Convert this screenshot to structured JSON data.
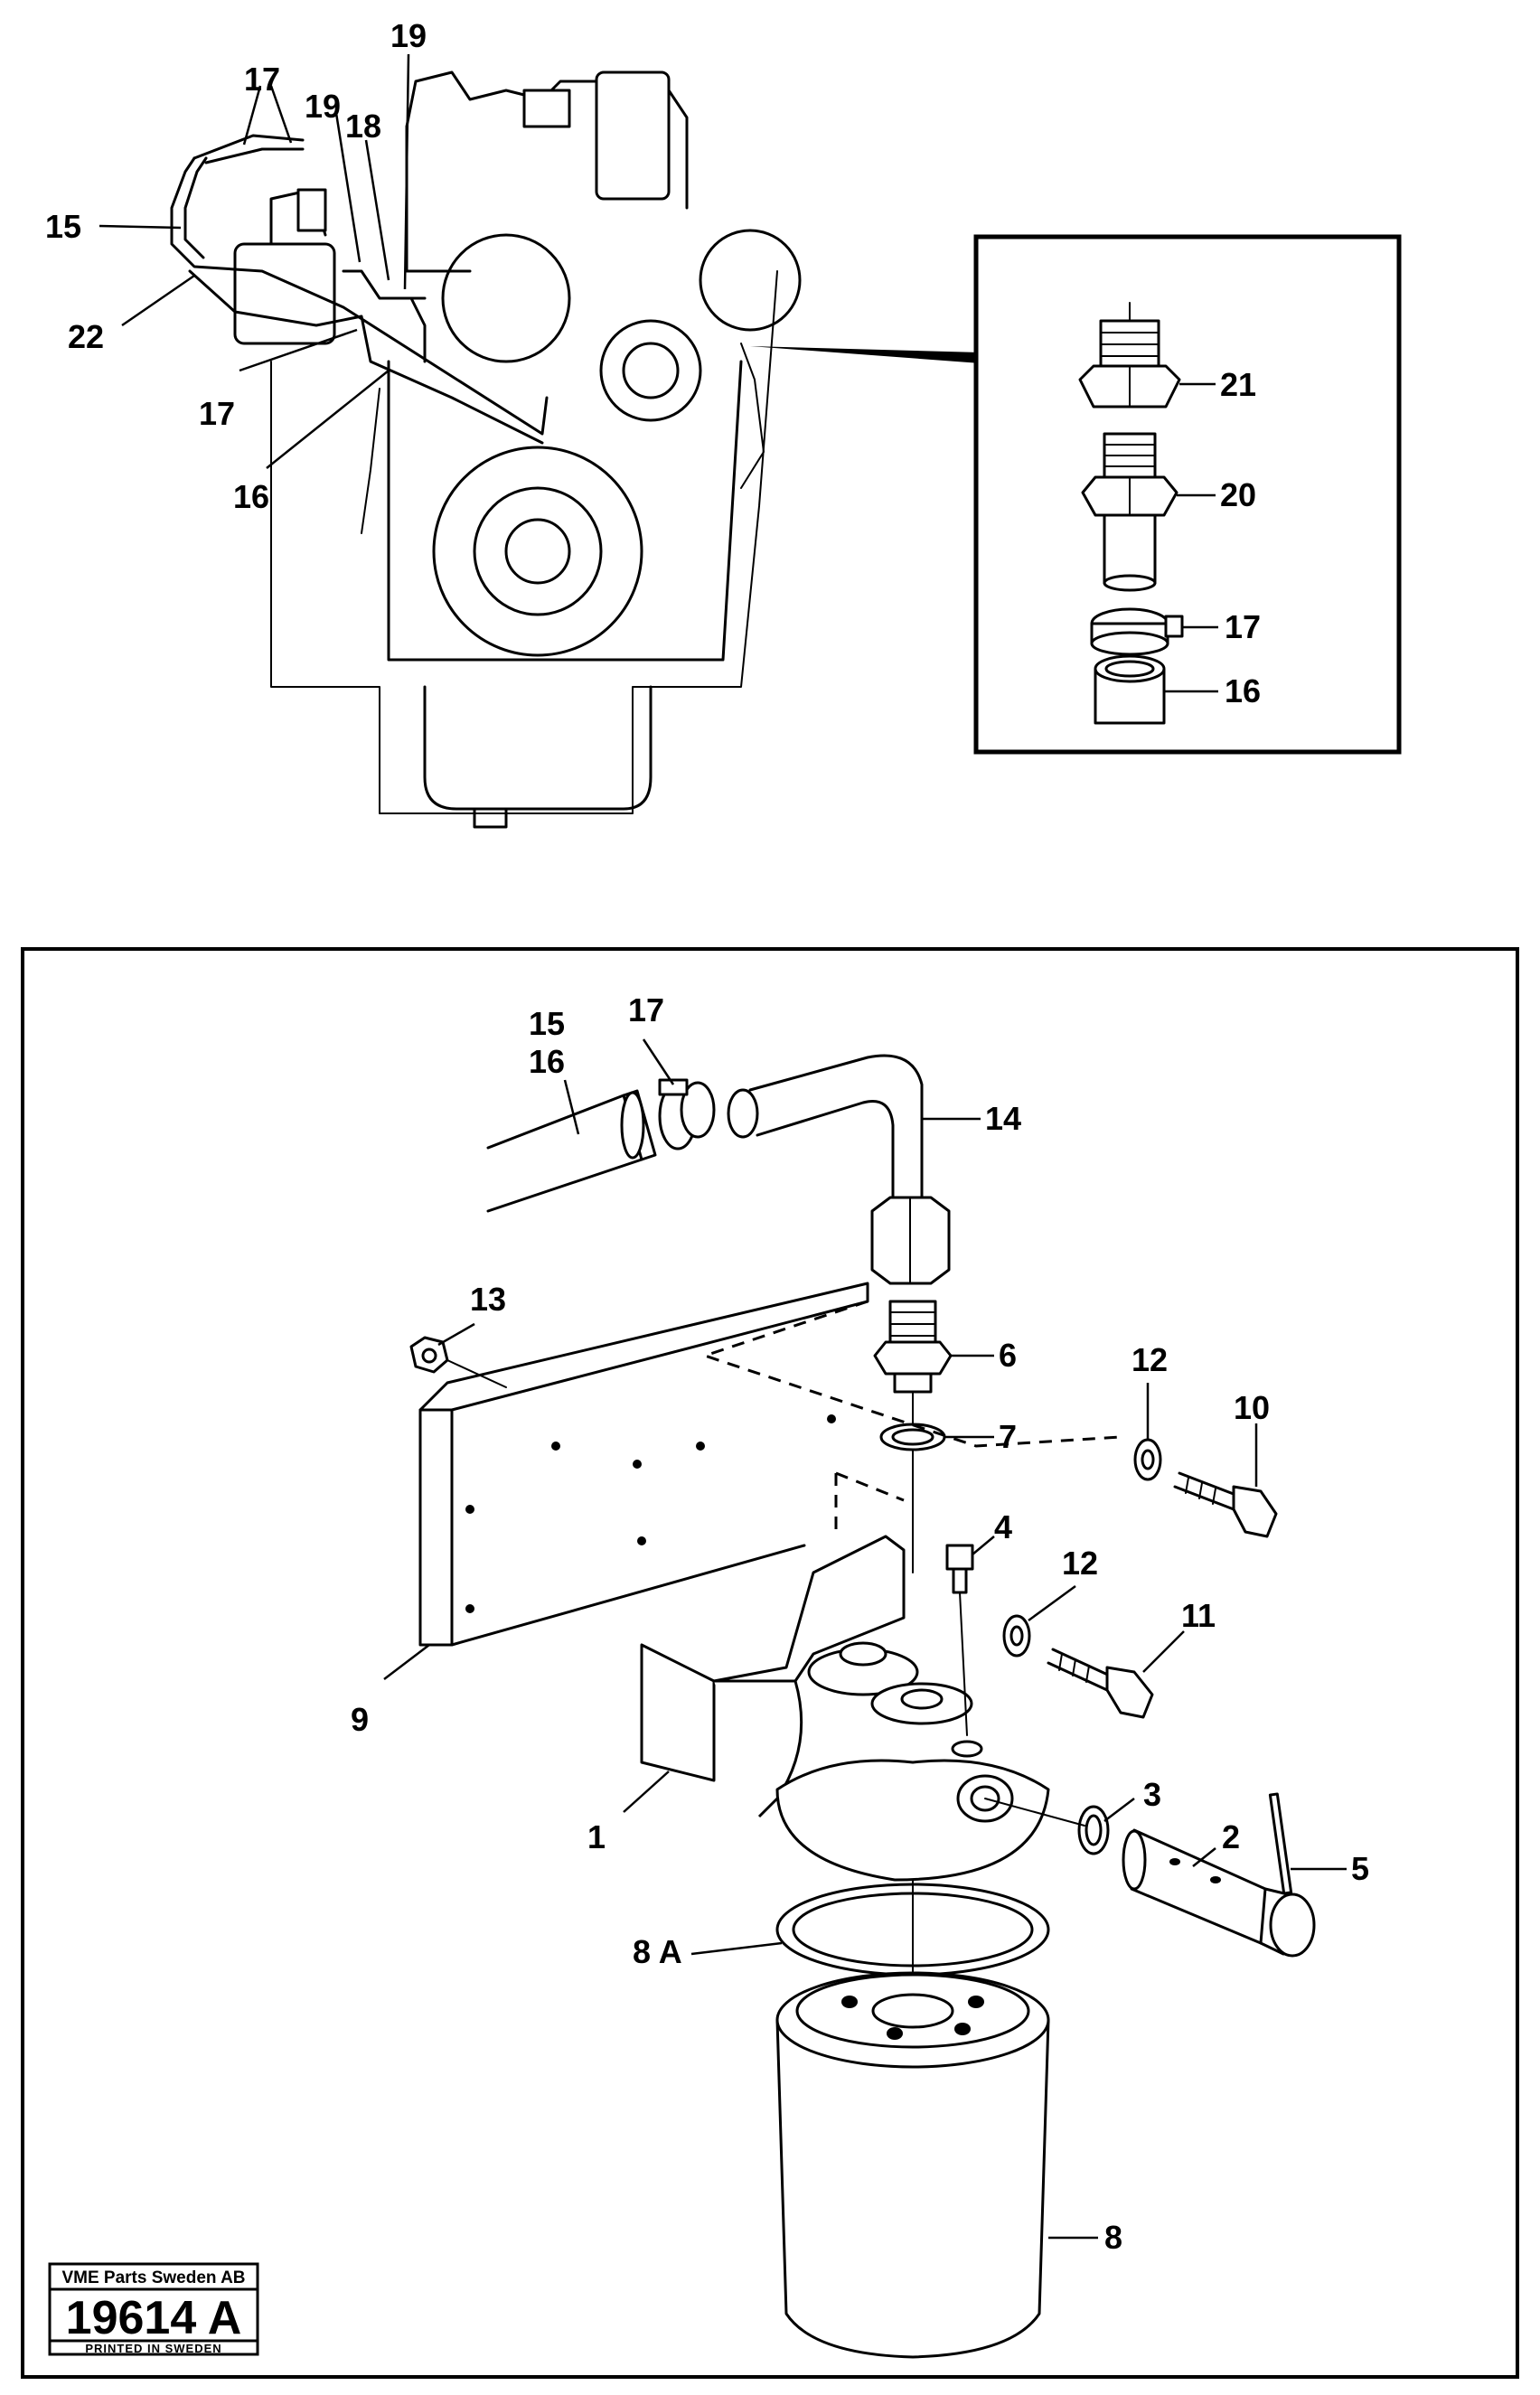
{
  "callouts": {
    "top": {
      "c15": "15",
      "c17a": "17",
      "c19a": "19",
      "c19b": "19",
      "c18": "18",
      "c22": "22",
      "c17b": "17",
      "c16": "16"
    },
    "inset": {
      "c21": "21",
      "c20": "20",
      "c17": "17",
      "c16": "16"
    },
    "bottom": {
      "c15": "15",
      "c16": "16",
      "c17": "17",
      "c14": "14",
      "c13": "13",
      "c6": "6",
      "c7": "7",
      "c12a": "12",
      "c10": "10",
      "c4": "4",
      "c12b": "12",
      "c11": "11",
      "c9": "9",
      "c1": "1",
      "c3": "3",
      "c2": "2",
      "c5": "5",
      "c8a": "8 A",
      "c8": "8"
    }
  },
  "stamp": {
    "company": "VME Parts Sweden AB",
    "drawing_number": "19614 A",
    "footer": "PRINTED IN SWEDEN"
  }
}
